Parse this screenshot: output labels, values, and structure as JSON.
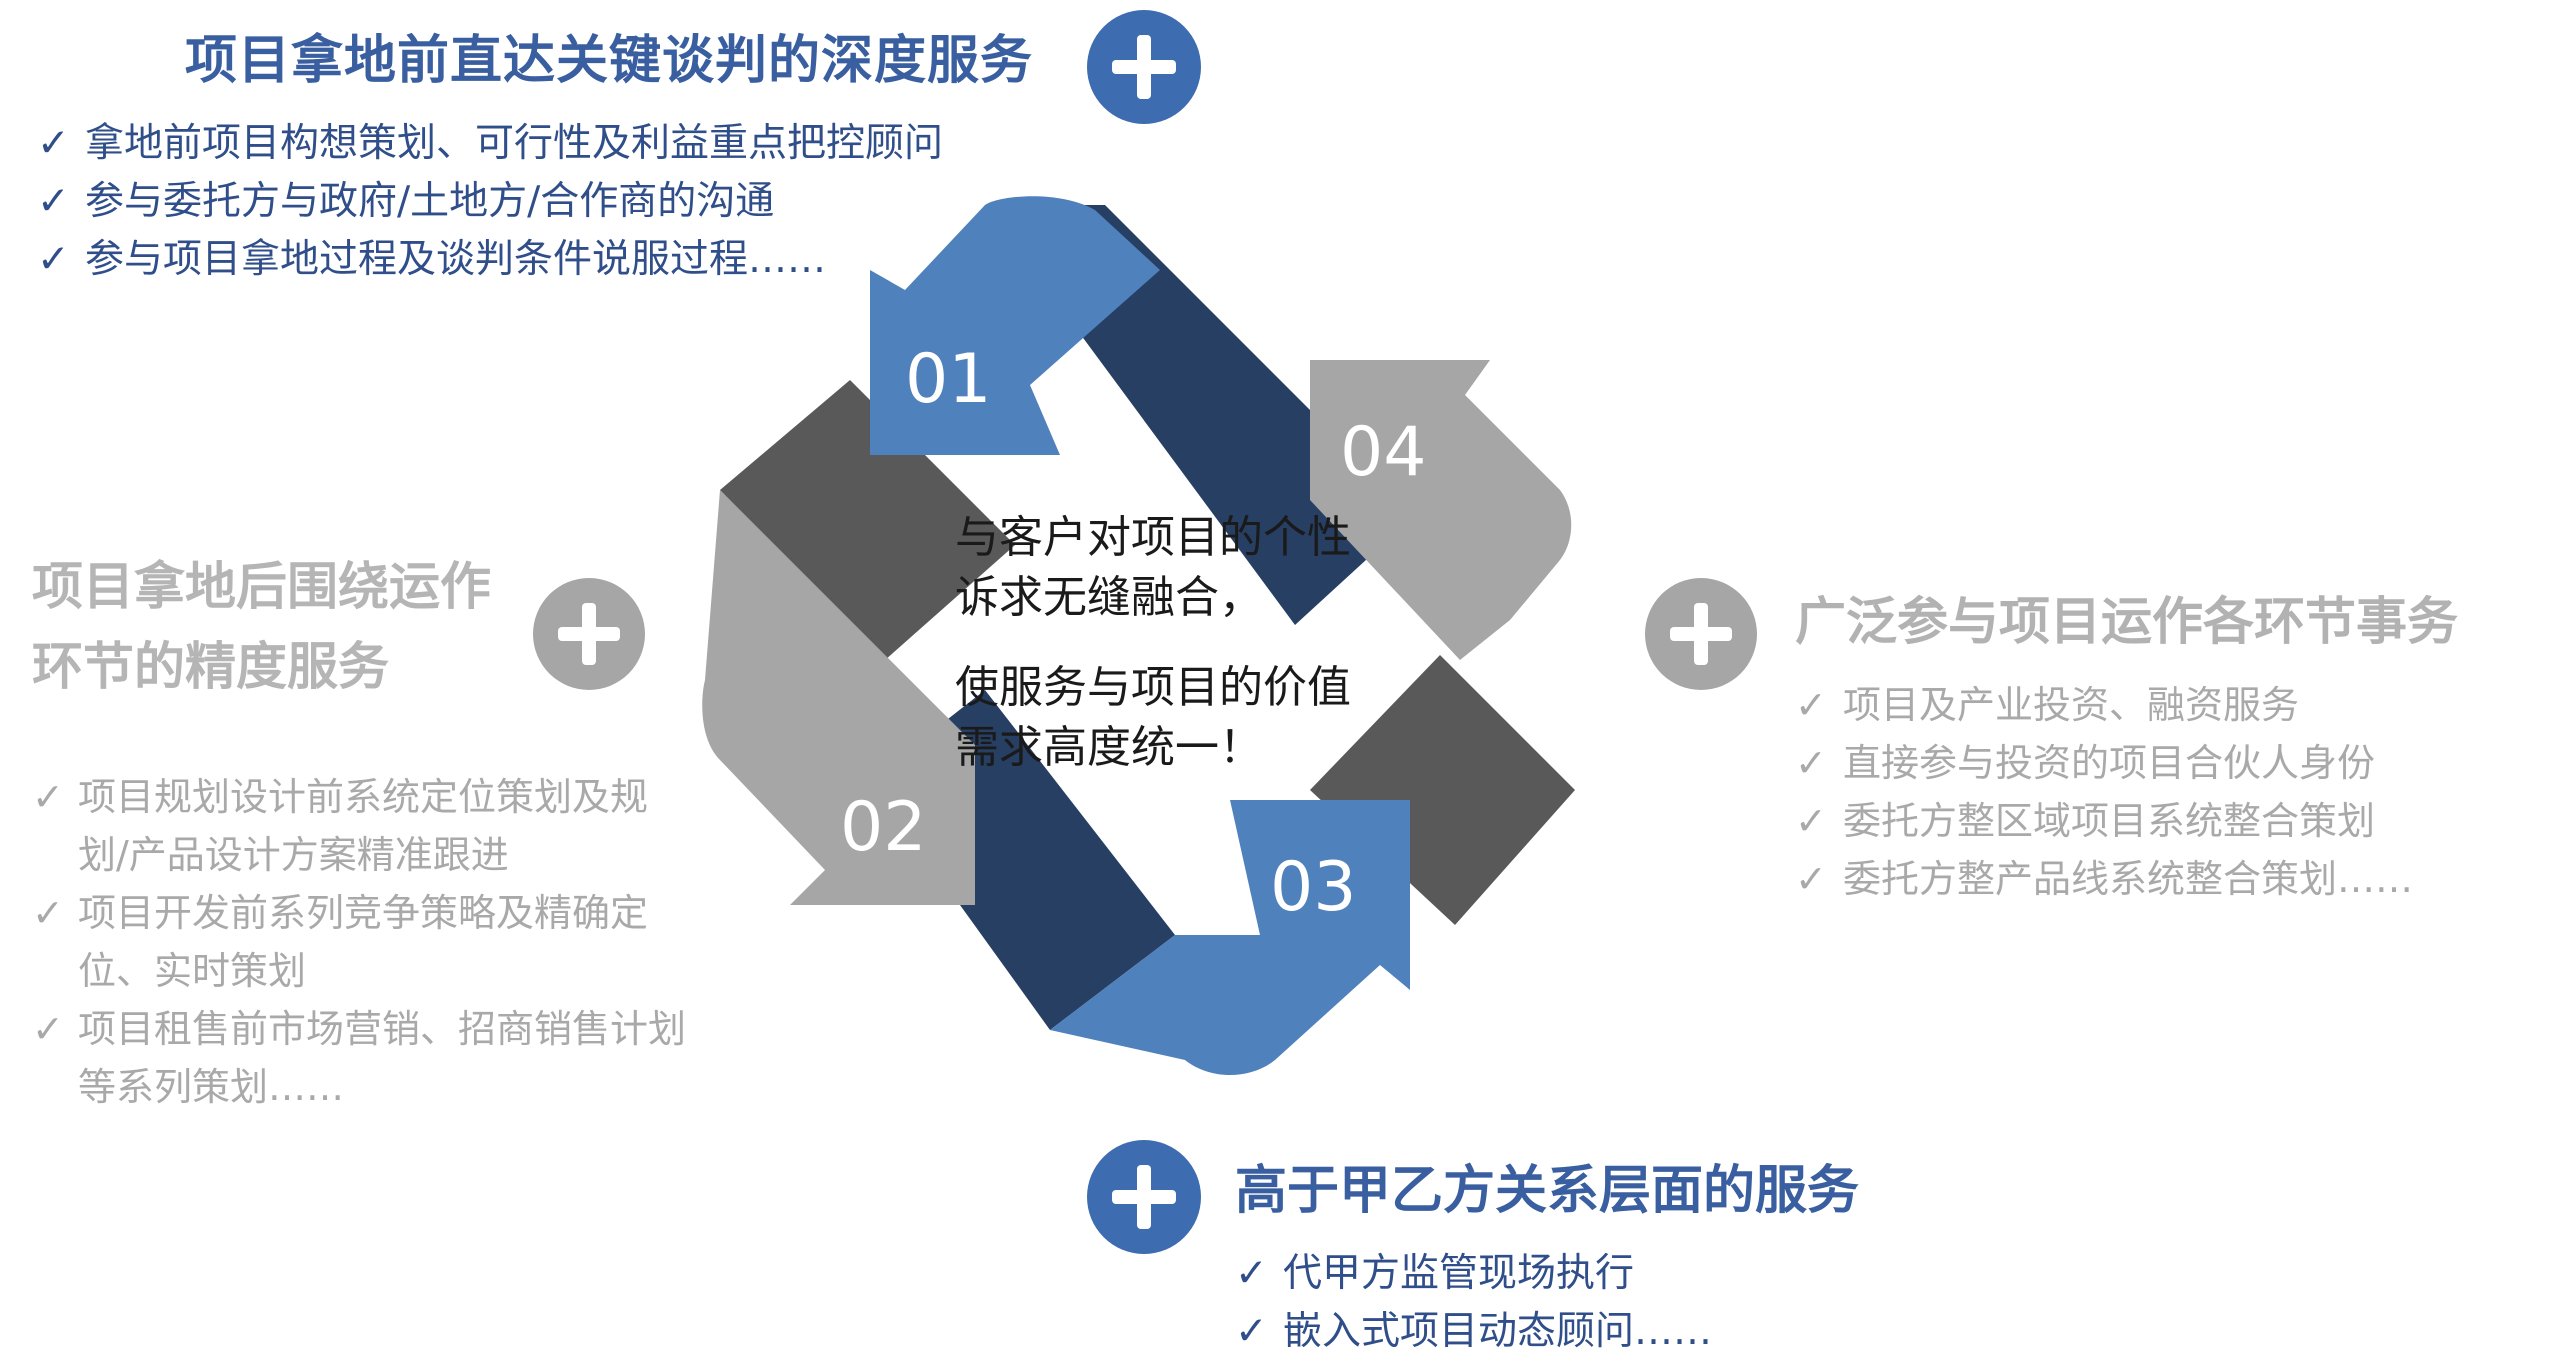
{
  "sections": {
    "top": {
      "title": "项目拿地前直达关键谈判的深度服务",
      "items": [
        "拿地前项目构想策划、可行性及利益重点把控顾问",
        "参与委托方与政府/土地方/合作商的沟通",
        "参与项目拿地过程及谈判条件说服过程……"
      ]
    },
    "left": {
      "title": "项目拿地后围绕运作环节的精度服务",
      "items": [
        "项目规划设计前系统定位策划及规划/产品设计方案精准跟进",
        "项目开发前系列竞争策略及精确定位、实时策划",
        "项目租售前市场营销、招商销售计划等系列策划……"
      ]
    },
    "right": {
      "title": "广泛参与项目运作各环节事务",
      "items": [
        "项目及产业投资、融资服务",
        "直接参与投资的项目合伙人身份",
        "委托方整区域项目系统整合策划",
        "委托方整产品线系统整合策划……"
      ]
    },
    "bottom": {
      "title": "高于甲乙方关系层面的服务",
      "items": [
        "代甲方监管现场执行",
        "嵌入式项目动态顾问……"
      ]
    }
  },
  "check_glyph": "✓",
  "cycle": {
    "steps": [
      "01",
      "02",
      "03",
      "04"
    ],
    "center_lines": [
      "与客户对项目的个性诉求无缝融合，",
      "使服务与项目的价值需求高度统一！"
    ]
  },
  "colors": {
    "blue_primary": "#4f81bd",
    "navy": "#263f63",
    "dark_gray": "#595959",
    "light_gray": "#a6a6a6",
    "plus_blue": "#3e6cb0",
    "plus_gray": "#a6a6a6"
  }
}
